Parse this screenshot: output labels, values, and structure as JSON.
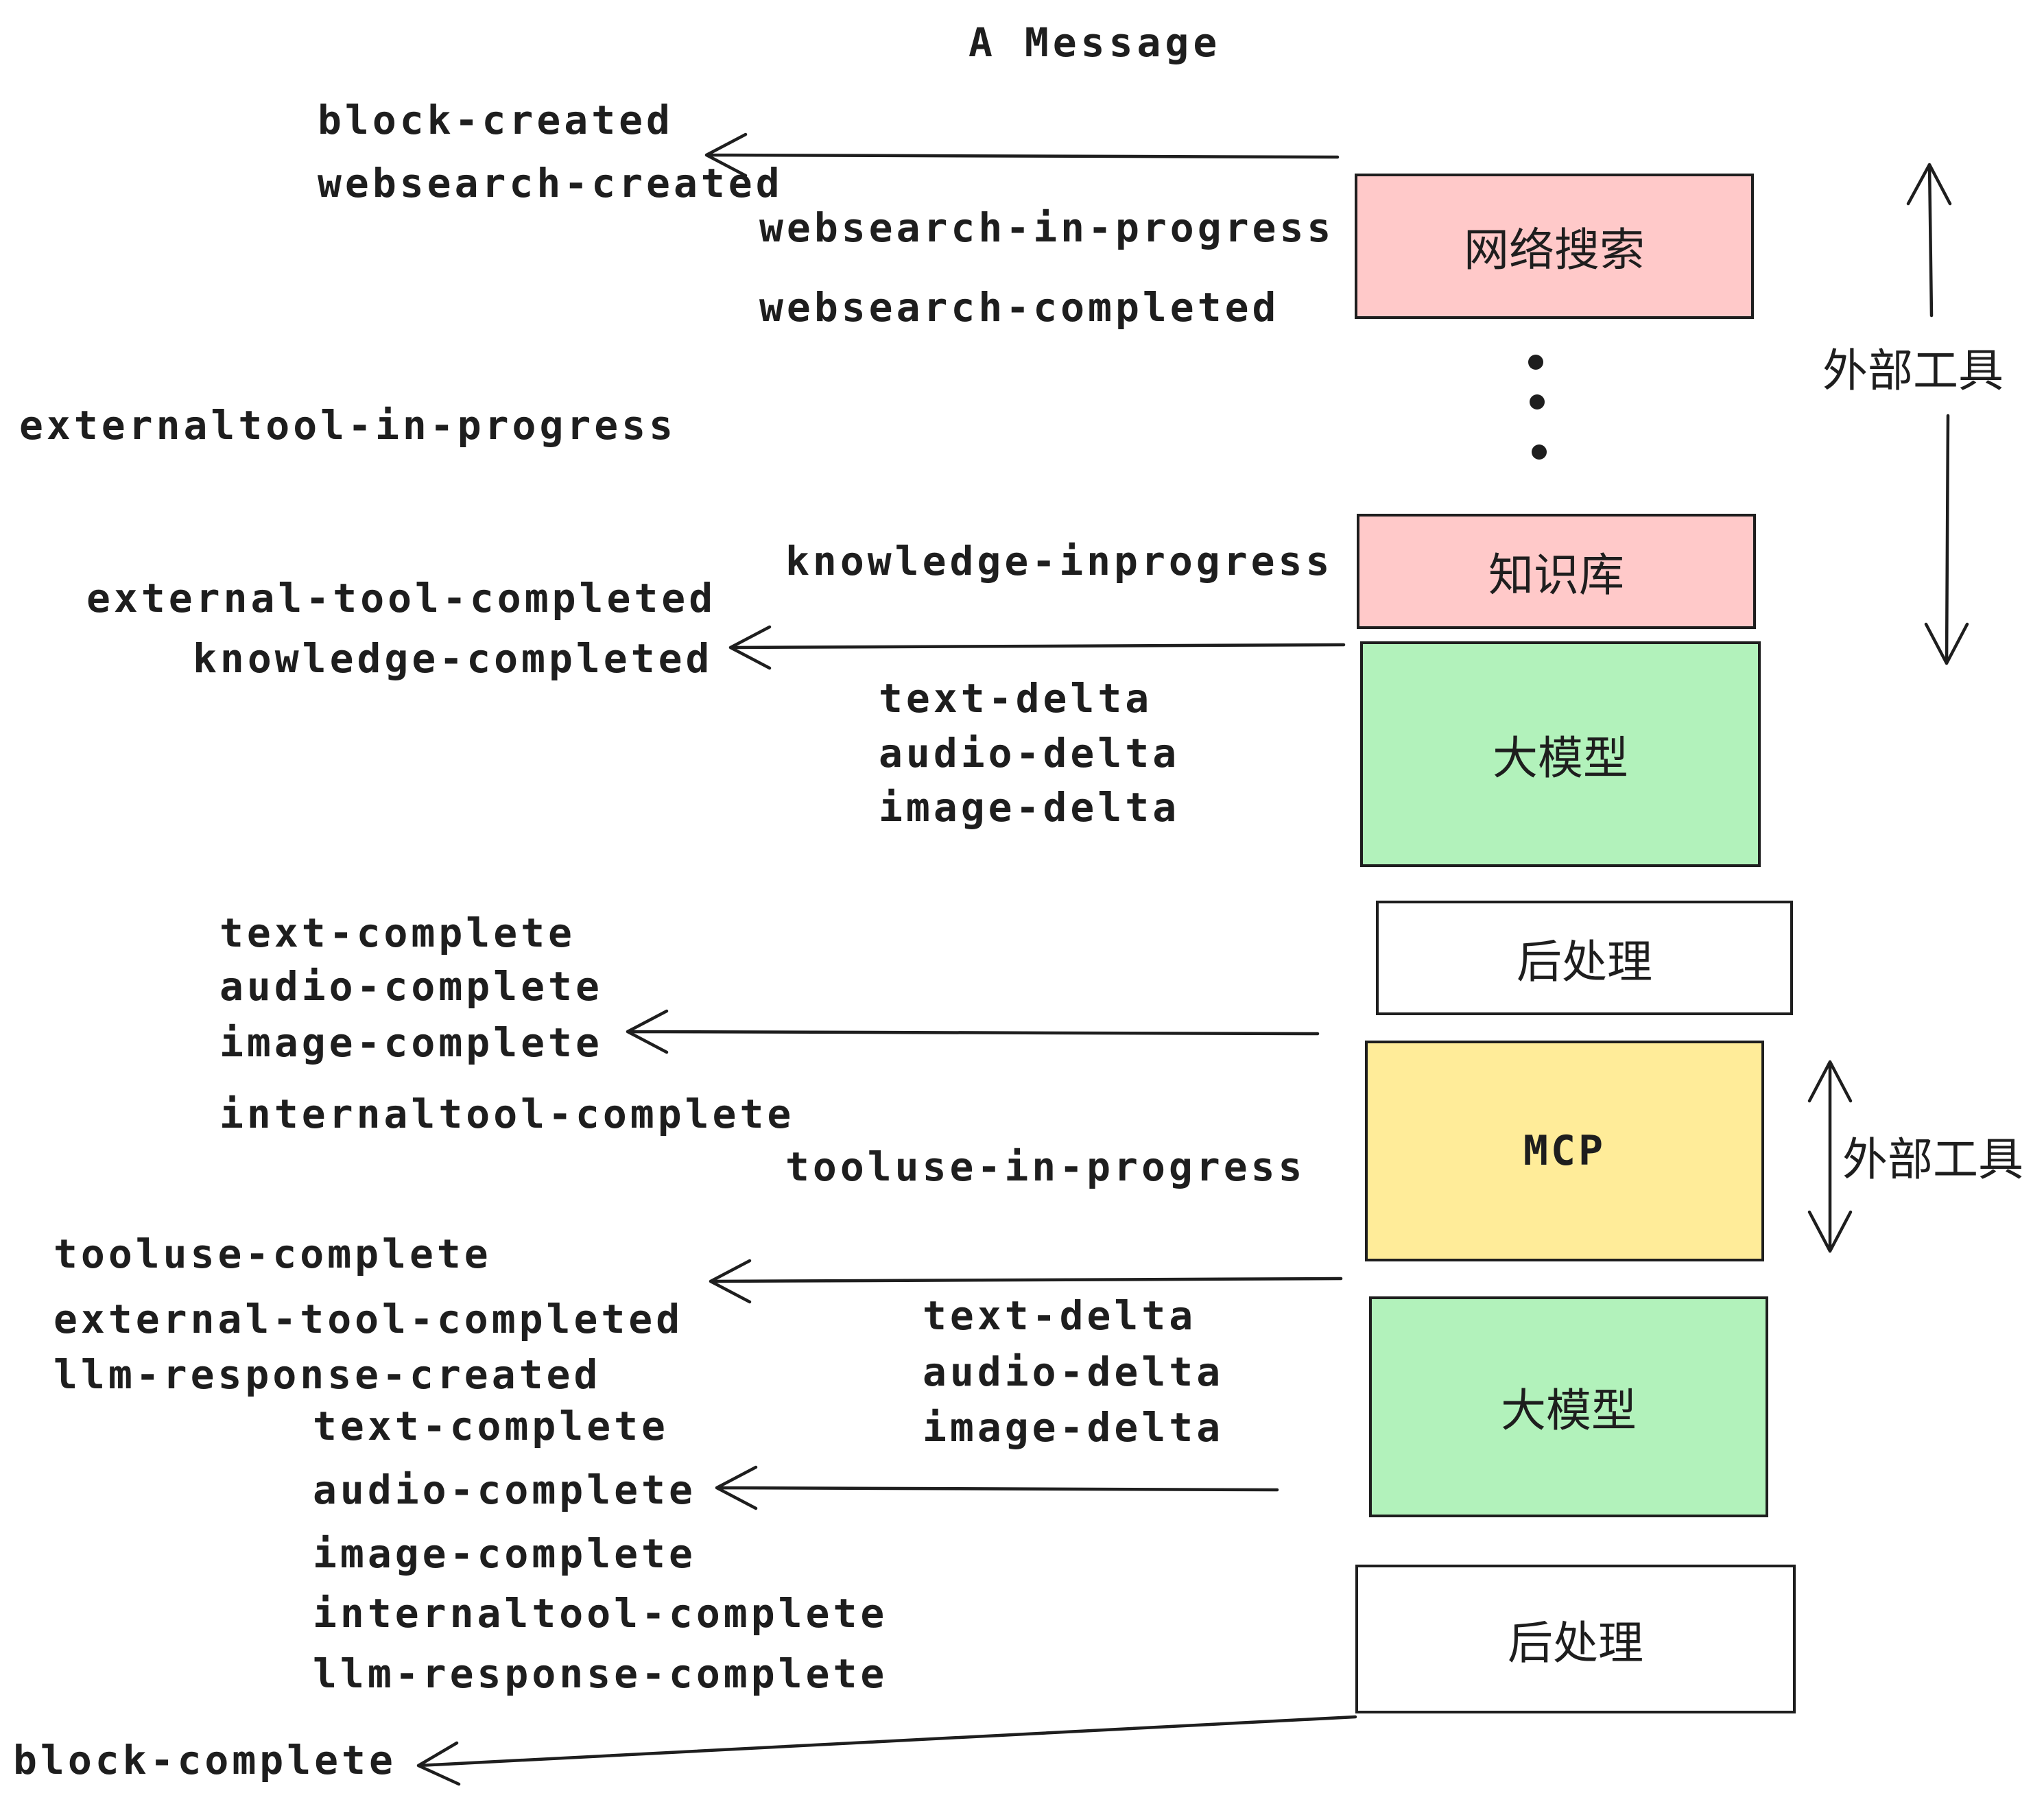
{
  "title": "A Message",
  "colors": {
    "pink": "#FFC9C9",
    "green": "#B2F2BB",
    "yellow": "#FFEC99",
    "white": "#FFFFFF",
    "ink": "#1E1E1E"
  },
  "icons": {
    "vertical_ellipsis": "vertical-ellipsis-dots",
    "arrow_style": "open-v-arrowhead"
  },
  "boxes": [
    {
      "id": "websearch",
      "label": "网络搜索",
      "fill": "#FFC9C9"
    },
    {
      "id": "knowledge",
      "label": "知识库",
      "fill": "#FFC9C9"
    },
    {
      "id": "llm-1",
      "label": "大模型",
      "fill": "#B2F2BB"
    },
    {
      "id": "post-1",
      "label": "后处理",
      "fill": "#FFFFFF"
    },
    {
      "id": "mcp",
      "label": "MCP",
      "fill": "#FFEC99"
    },
    {
      "id": "llm-2",
      "label": "大模型",
      "fill": "#B2F2BB"
    },
    {
      "id": "post-2",
      "label": "后处理",
      "fill": "#FFFFFF"
    }
  ],
  "annotations": [
    {
      "id": "external-tools-top",
      "label": "外部工具"
    },
    {
      "id": "external-tools-mid",
      "label": "外部工具"
    }
  ],
  "events": [
    {
      "text": "block-created"
    },
    {
      "text": "websearch-created"
    },
    {
      "text": "websearch-in-progress"
    },
    {
      "text": "websearch-completed"
    },
    {
      "text": "externaltool-in-progress"
    },
    {
      "text": "knowledge-inprogress"
    },
    {
      "text": "external-tool-completed"
    },
    {
      "text": "knowledge-completed"
    },
    {
      "text": "text-delta"
    },
    {
      "text": "audio-delta"
    },
    {
      "text": "image-delta"
    },
    {
      "text": "text-complete"
    },
    {
      "text": "audio-complete"
    },
    {
      "text": "image-complete"
    },
    {
      "text": "internaltool-complete"
    },
    {
      "text": "tooluse-in-progress"
    },
    {
      "text": "tooluse-complete"
    },
    {
      "text": "external-tool-completed"
    },
    {
      "text": "llm-response-created"
    },
    {
      "text": "text-delta"
    },
    {
      "text": "audio-delta"
    },
    {
      "text": "image-delta"
    },
    {
      "text": "text-complete"
    },
    {
      "text": "audio-complete"
    },
    {
      "text": "image-complete"
    },
    {
      "text": "internaltool-complete"
    },
    {
      "text": "llm-response-complete"
    },
    {
      "text": "block-complete"
    }
  ]
}
